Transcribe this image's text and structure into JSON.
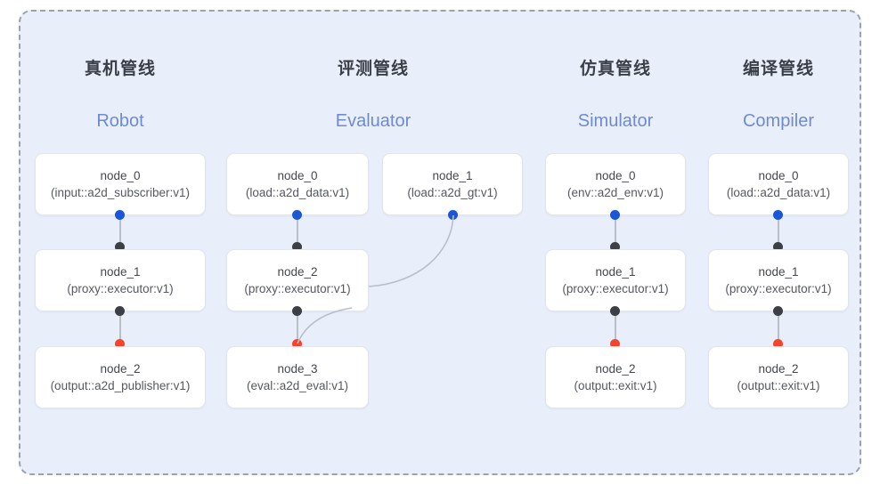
{
  "panel": {
    "background_color": "#e8eefa",
    "border_color": "#9aa3ae",
    "border_style": "dashed"
  },
  "palette": {
    "port_output_blue": "#1a56d6",
    "port_link_black": "#3c4046",
    "port_terminal_red": "#f4452c",
    "title_cn_color": "#3a3f47",
    "title_en_color": "#6f8bd0",
    "edge_color": "#b9bfc9"
  },
  "columns": [
    {
      "id": "robot",
      "title_cn": "真机管线",
      "title_en": "Robot",
      "nodes": [
        {
          "name": "node_0",
          "spec": "(input::a2d_subscriber:v1)"
        },
        {
          "name": "node_1",
          "spec": "(proxy::executor:v1)"
        },
        {
          "name": "node_2",
          "spec": "(output::a2d_publisher:v1)"
        }
      ]
    },
    {
      "id": "evaluator",
      "title_cn": "评测管线",
      "title_en": "Evaluator",
      "nodes": [
        {
          "name": "node_0",
          "spec": "(load::a2d_data:v1)"
        },
        {
          "name": "node_1",
          "spec": "(load::a2d_gt:v1)"
        },
        {
          "name": "node_2",
          "spec": "(proxy::executor:v1)"
        },
        {
          "name": "node_3",
          "spec": "(eval::a2d_eval:v1)"
        }
      ]
    },
    {
      "id": "simulator",
      "title_cn": "仿真管线",
      "title_en": "Simulator",
      "nodes": [
        {
          "name": "node_0",
          "spec": "(env::a2d_env:v1)"
        },
        {
          "name": "node_1",
          "spec": "(proxy::executor:v1)"
        },
        {
          "name": "node_2",
          "spec": "(output::exit:v1)"
        }
      ]
    },
    {
      "id": "compiler",
      "title_cn": "编译管线",
      "title_en": "Compiler",
      "nodes": [
        {
          "name": "node_0",
          "spec": "(load::a2d_data:v1)"
        },
        {
          "name": "node_1",
          "spec": "(proxy::executor:v1)"
        },
        {
          "name": "node_2",
          "spec": "(output::exit:v1)"
        }
      ]
    }
  ]
}
